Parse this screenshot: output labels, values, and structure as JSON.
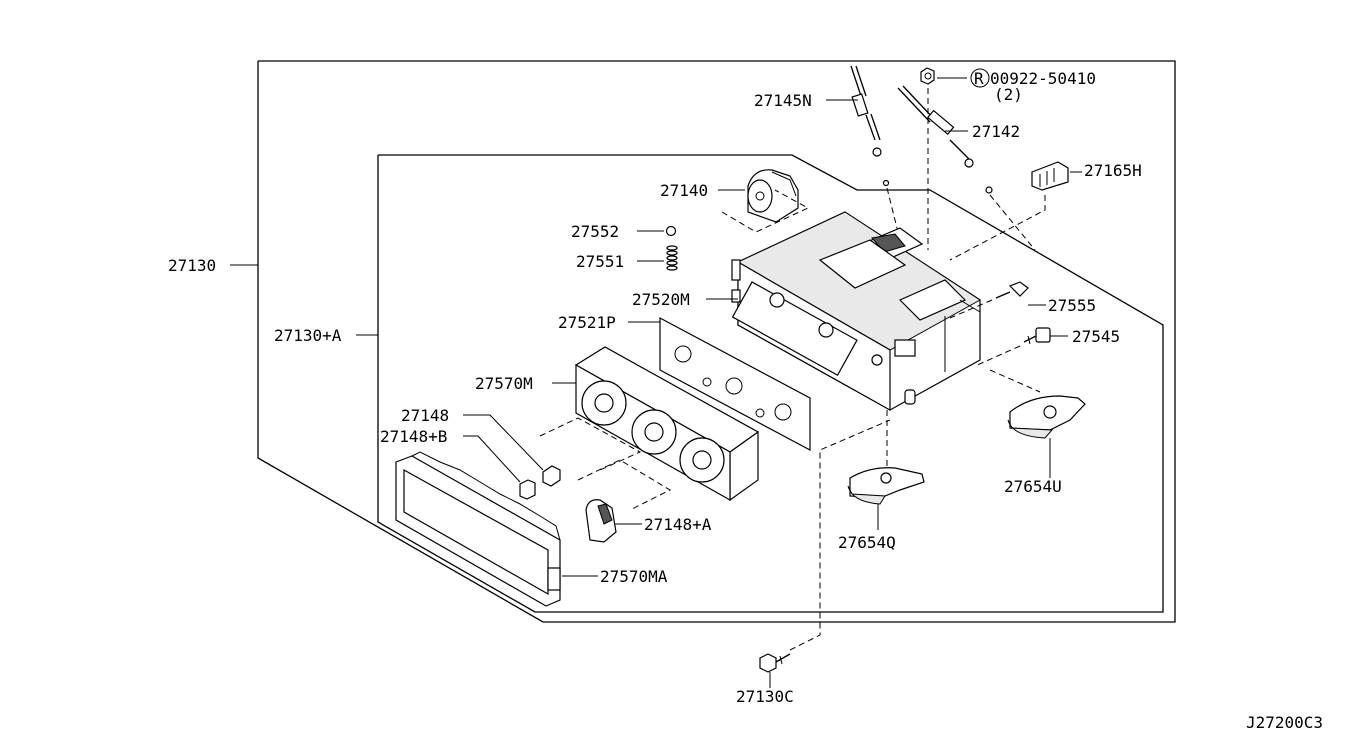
{
  "diagram": {
    "diagram_code": "J27200C3",
    "assembly_label": "27130",
    "sub_assembly_label": "27130+A",
    "parts": {
      "p27145N": "27145N",
      "p00922": "00922-50410",
      "p00922_qty": "(2)",
      "p00922_mark": "R",
      "p27142": "27142",
      "p27165H": "27165H",
      "p27140": "27140",
      "p27552": "27552",
      "p27551": "27551",
      "p27520M": "27520M",
      "p27555": "27555",
      "p27545": "27545",
      "p27521P": "27521P",
      "p27570M": "27570M",
      "p27148": "27148",
      "p27148B": "27148+B",
      "p27148A": "27148+A",
      "p27654U": "27654U",
      "p27654Q": "27654Q",
      "p27570MA": "27570MA",
      "p27130C": "27130C"
    }
  }
}
